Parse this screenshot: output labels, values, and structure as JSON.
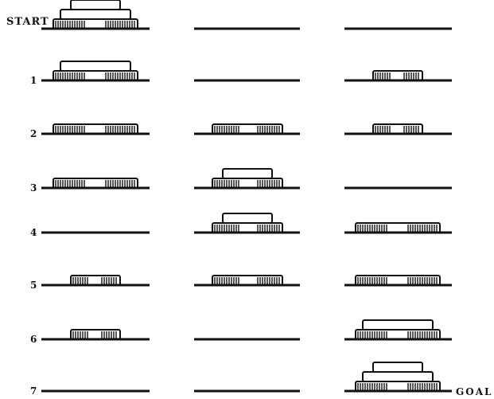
{
  "labels": {
    "start": "START",
    "goal": "GOAL",
    "steps": [
      "1",
      "2",
      "3",
      "4",
      "5",
      "6",
      "7"
    ]
  },
  "disk_colors": {
    "solid_face": "#ffffff",
    "ink": "#111111"
  },
  "states": [
    {
      "pegs": [
        [
          "large",
          "medium",
          "small"
        ],
        [],
        []
      ]
    },
    {
      "pegs": [
        [
          "large",
          "medium"
        ],
        [],
        [
          "small"
        ]
      ]
    },
    {
      "pegs": [
        [
          "large"
        ],
        [
          "medium"
        ],
        [
          "small"
        ]
      ]
    },
    {
      "pegs": [
        [
          "large"
        ],
        [
          "medium",
          "small"
        ],
        []
      ]
    },
    {
      "pegs": [
        [],
        [
          "medium",
          "small"
        ],
        [
          "large"
        ]
      ]
    },
    {
      "pegs": [
        [
          "small"
        ],
        [
          "medium"
        ],
        [
          "large"
        ]
      ]
    },
    {
      "pegs": [
        [
          "small"
        ],
        [],
        [
          "large",
          "medium"
        ]
      ]
    },
    {
      "pegs": [
        [],
        [],
        [
          "large",
          "medium",
          "small"
        ]
      ]
    }
  ]
}
